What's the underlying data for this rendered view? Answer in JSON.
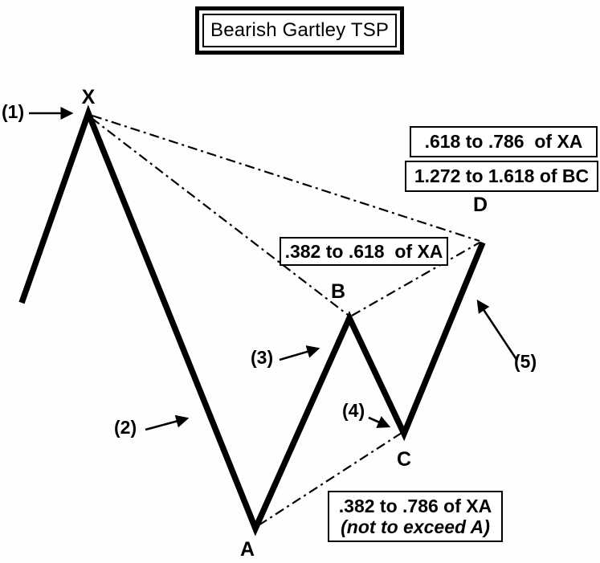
{
  "title": "Bearish Gartley TSP",
  "points": {
    "x": "X",
    "a": "A",
    "b": "B",
    "c": "C",
    "d": "D"
  },
  "markers": {
    "m1": "(1)",
    "m2": "(2)",
    "m3": "(3)",
    "m4": "(4)",
    "m5": "(5)"
  },
  "boxes": {
    "d_box1": ".618 to .786  of XA",
    "d_box2": "1.272 to 1.618 of BC",
    "b_box": ".382 to .618  of XA",
    "c_box_line1": ".382 to .786 of XA",
    "c_box_line2": "(not to exceed A)"
  },
  "pattern": {
    "type": "harmonic-pattern-schematic",
    "direction": "bearish",
    "swing_points": [
      "X",
      "A",
      "B",
      "C",
      "D"
    ],
    "legs_marked": [
      "(1)",
      "(2)",
      "(3)",
      "(4)",
      "(5)"
    ],
    "rule_for_B": ".382 to .618 of XA",
    "rule_for_C": ".382 to .786 of XA (not to exceed A)",
    "rules_for_D": [
      ".618 to .786 of XA",
      "1.272 to 1.618 of BC"
    ]
  },
  "colors": {
    "ink": "#000000",
    "paper": "#fefefd"
  }
}
